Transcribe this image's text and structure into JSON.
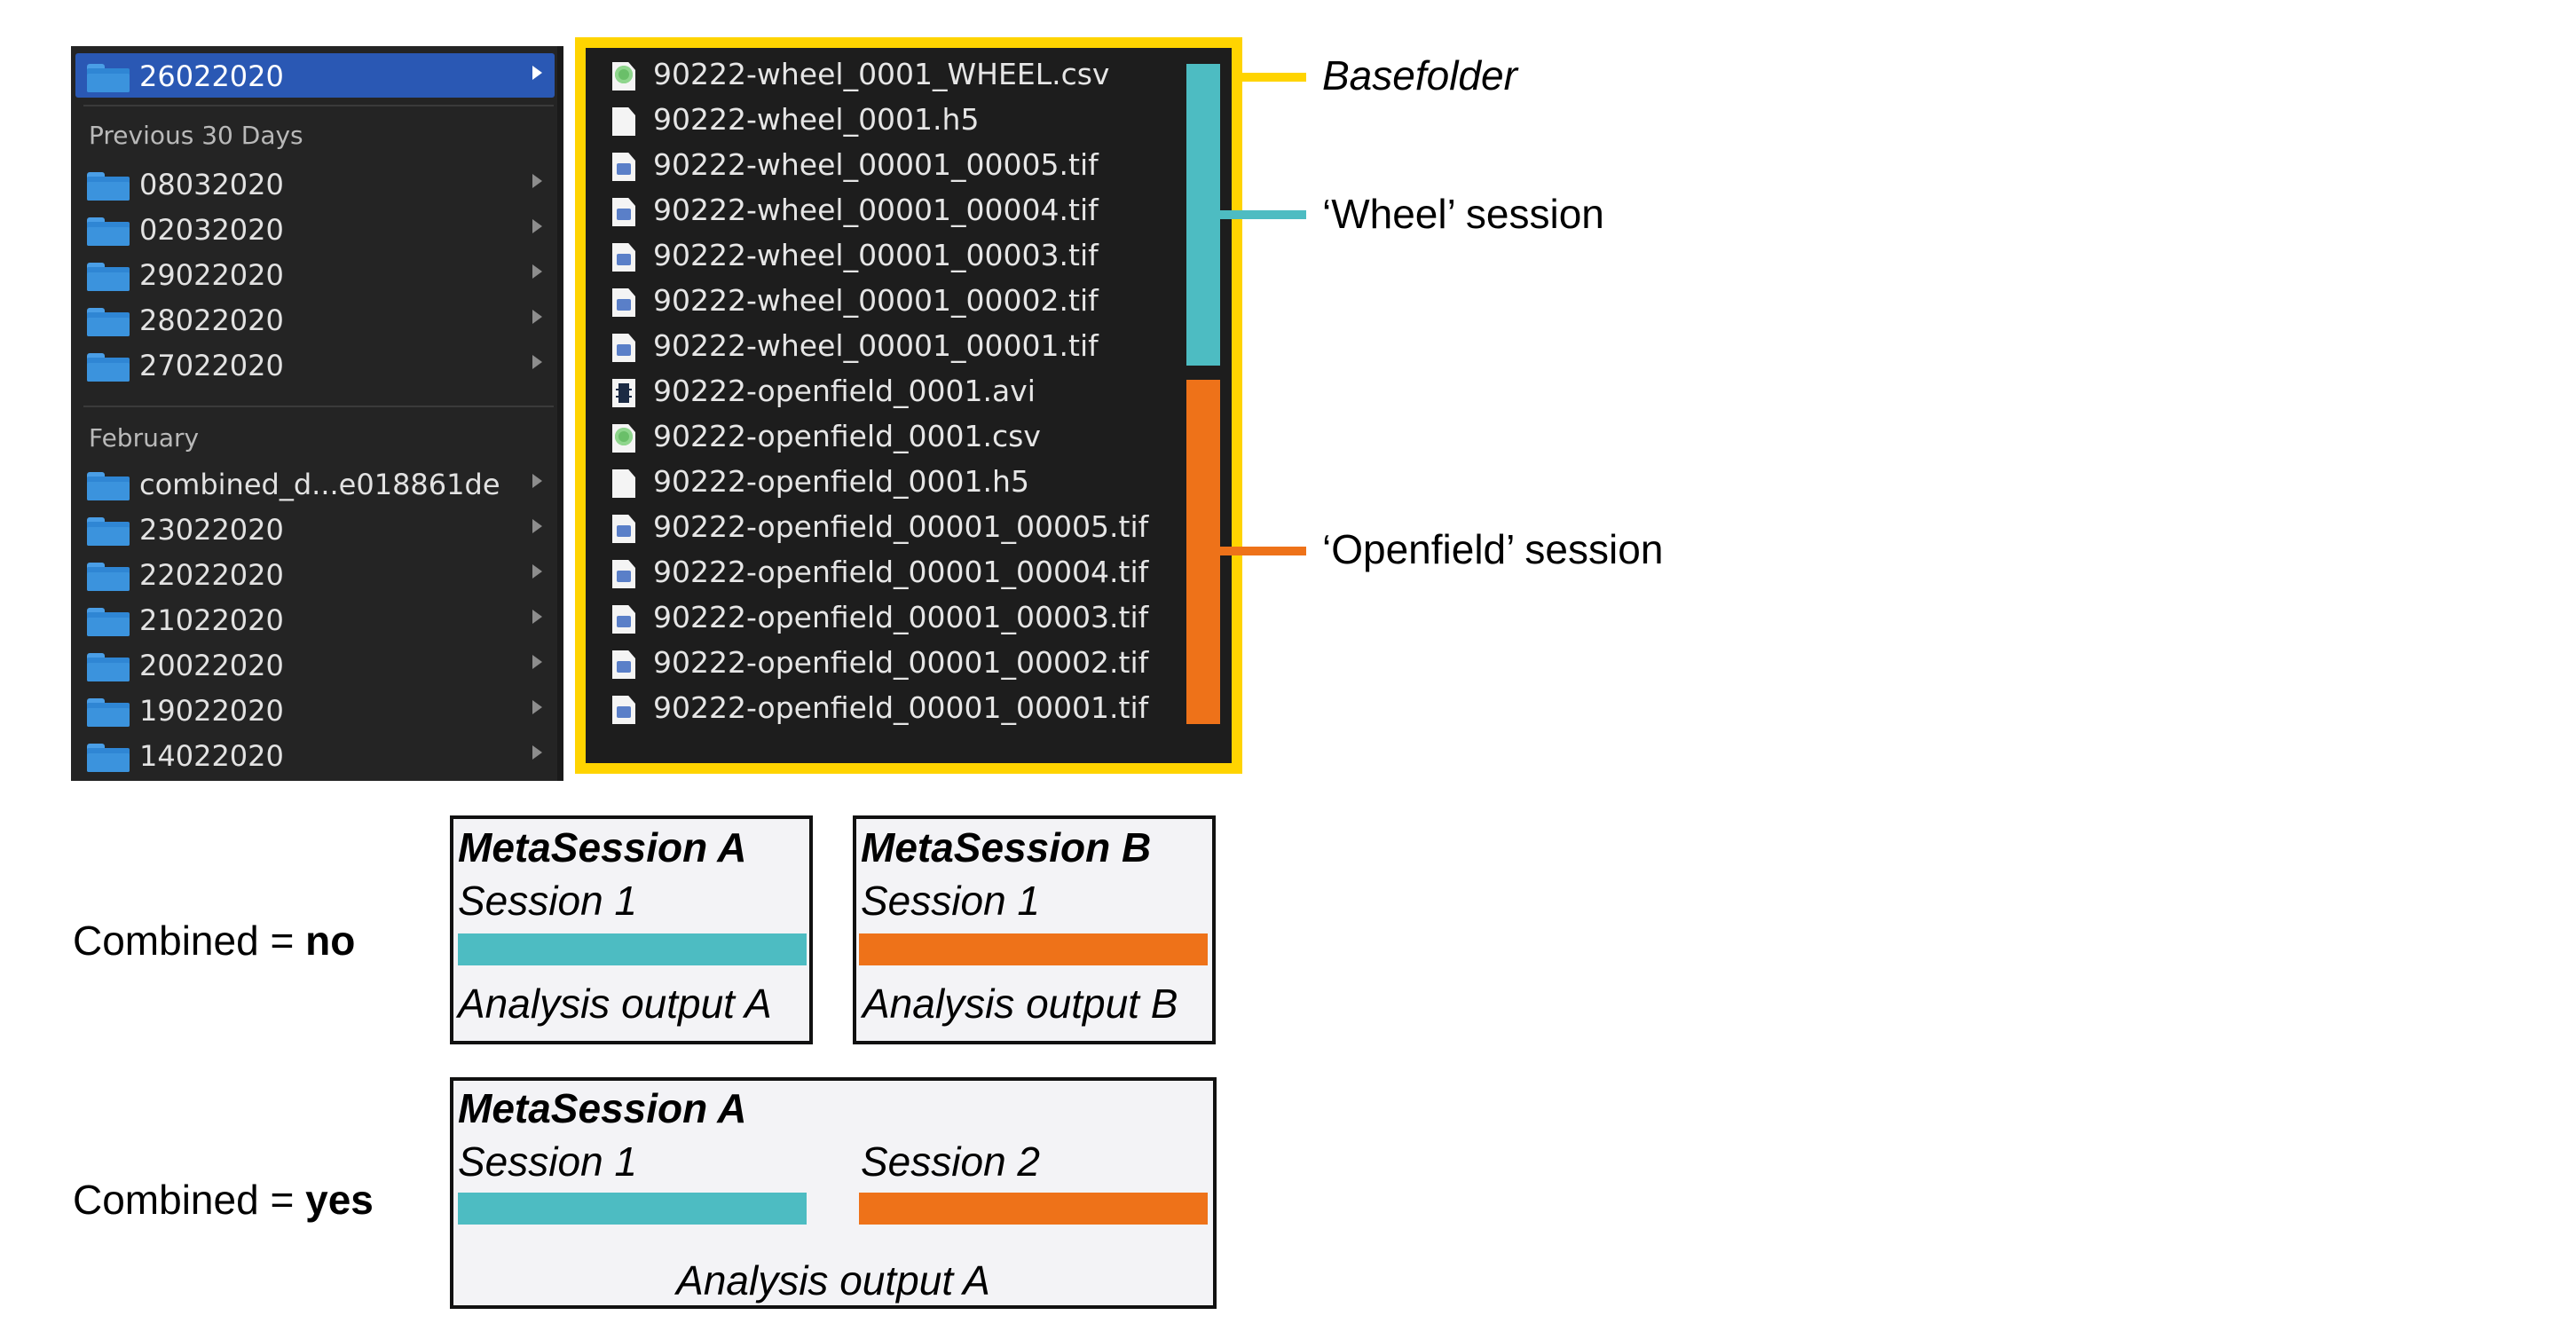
{
  "sidebar": {
    "selected": {
      "label": "26022020"
    },
    "sections": [
      {
        "heading": "Previous 30 Days",
        "items": [
          "08032020",
          "02032020",
          "29022020",
          "28022020",
          "27022020"
        ]
      },
      {
        "heading": "February",
        "items": [
          "combined_d...e018861de",
          "23022020",
          "22022020",
          "21022020",
          "20022020",
          "19022020",
          "14022020"
        ]
      }
    ]
  },
  "files": [
    {
      "name": "90222-wheel_0001_WHEEL.csv",
      "icon": "csv-file-icon"
    },
    {
      "name": "90222-wheel_0001.h5",
      "icon": "blank-file-icon"
    },
    {
      "name": "90222-wheel_00001_00005.tif",
      "icon": "tif-file-icon"
    },
    {
      "name": "90222-wheel_00001_00004.tif",
      "icon": "tif-file-icon"
    },
    {
      "name": "90222-wheel_00001_00003.tif",
      "icon": "tif-file-icon"
    },
    {
      "name": "90222-wheel_00001_00002.tif",
      "icon": "tif-file-icon"
    },
    {
      "name": "90222-wheel_00001_00001.tif",
      "icon": "tif-file-icon"
    },
    {
      "name": "90222-openfield_0001.avi",
      "icon": "video-file-icon"
    },
    {
      "name": "90222-openfield_0001.csv",
      "icon": "csv-file-icon"
    },
    {
      "name": "90222-openfield_0001.h5",
      "icon": "blank-file-icon"
    },
    {
      "name": "90222-openfield_00001_00005.tif",
      "icon": "tif-file-icon"
    },
    {
      "name": "90222-openfield_00001_00004.tif",
      "icon": "tif-file-icon"
    },
    {
      "name": "90222-openfield_00001_00003.tif",
      "icon": "tif-file-icon"
    },
    {
      "name": "90222-openfield_00001_00002.tif",
      "icon": "tif-file-icon"
    },
    {
      "name": "90222-openfield_00001_00001.tif",
      "icon": "tif-file-icon"
    }
  ],
  "annotations": {
    "basefolder": "Basefolder",
    "wheel": "‘Wheel’ session",
    "openfield": "‘Openfield’ session"
  },
  "colors": {
    "basefolder": "#ffd400",
    "wheel": "#4dbcc2",
    "openfield": "#ee7219"
  },
  "combined_no": {
    "prefix": "Combined = ",
    "value": "no",
    "box_a": {
      "title": "MetaSession A",
      "session": "Session 1",
      "output": "Analysis output A"
    },
    "box_b": {
      "title": "MetaSession B",
      "session": "Session 1",
      "output": "Analysis output B"
    }
  },
  "combined_yes": {
    "prefix": "Combined = ",
    "value": "yes",
    "box": {
      "title": "MetaSession A",
      "session1": "Session 1",
      "session2": "Session 2",
      "output": "Analysis output A"
    }
  }
}
